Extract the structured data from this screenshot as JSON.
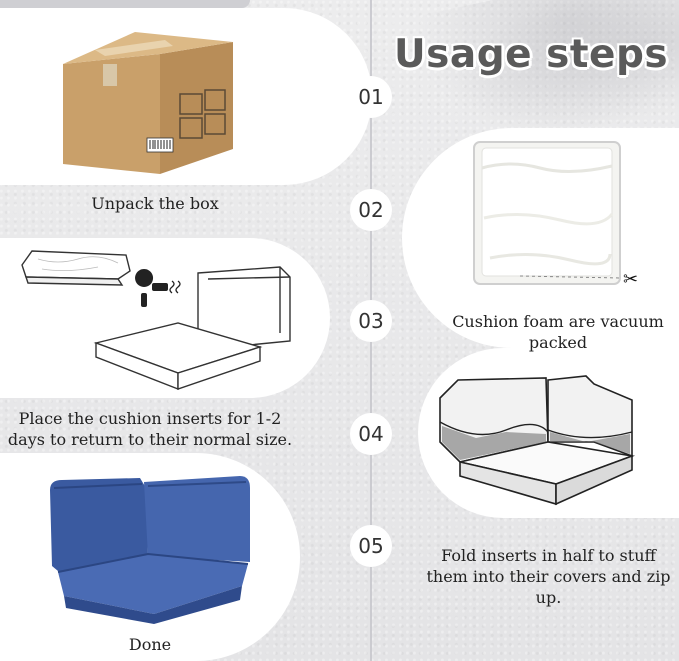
{
  "title": "Usage steps",
  "steps": [
    {
      "number": "01",
      "caption": "Unpack the box"
    },
    {
      "number": "02",
      "caption": "Cushion foam are vacuum packed"
    },
    {
      "number": "03",
      "caption": "Place the cushion inserts for 1-2 days to return to their normal size."
    },
    {
      "number": "04",
      "caption": "Fold inserts in half to stuff them into their covers and zip up."
    },
    {
      "number": "05",
      "caption": "Done"
    }
  ],
  "icons": {
    "box": "cardboard-box-icon",
    "foam": "vacuum-foam-icon",
    "scissors": "scissors-icon",
    "hairdryer": "hair-dryer-icon",
    "inserts": "cushion-inserts-icon",
    "covers": "cushion-covers-icon",
    "finished": "blue-corner-cushion-icon"
  },
  "colors": {
    "background": "#e9e9ea",
    "panel": "#ffffff",
    "title": "#5a5a5a",
    "cushion": "#3f5fa6",
    "box": "#c9a06a"
  }
}
